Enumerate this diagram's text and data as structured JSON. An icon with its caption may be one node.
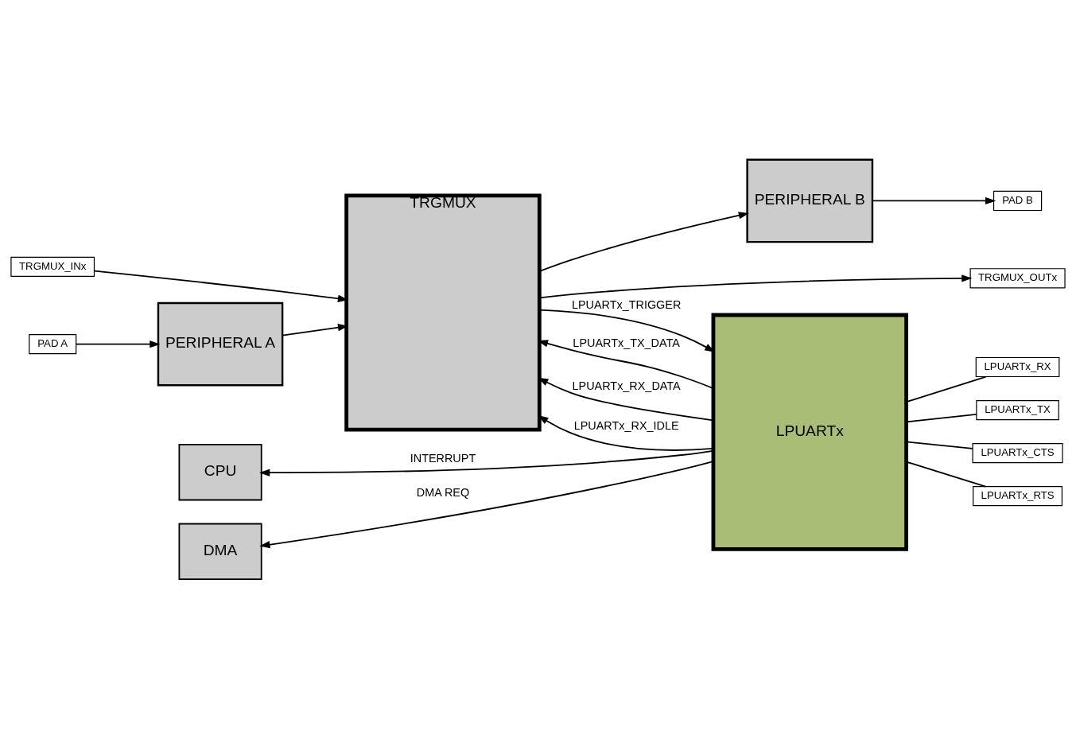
{
  "diagram": {
    "nodes": [
      {
        "text": [
          "PAD A"
        ]
      },
      {
        "text": [
          "TRGMUX_INx"
        ]
      },
      {
        "text": [
          "PERIPHERAL A"
        ]
      },
      {
        "text": [
          "TRGMUX"
        ]
      },
      {
        "text": [
          "PERIPHERAL B"
        ]
      },
      {
        "text": [
          "PAD B"
        ]
      },
      {
        "text": [
          "TRGMUX_OUTx"
        ]
      },
      {
        "text": [
          "LPUARTx"
        ]
      },
      {
        "text": [
          "CPU"
        ]
      },
      {
        "text": [
          "DMA"
        ]
      },
      {
        "text": [
          "LPUARTx_RX"
        ]
      },
      {
        "text": [
          "LPUARTx_TX"
        ]
      },
      {
        "text": [
          "LPUARTx_CTS"
        ]
      },
      {
        "text": [
          "LPUARTx_RTS"
        ]
      }
    ],
    "edges": [
      {
        "from": 0,
        "to": 2,
        "arrow": "to"
      },
      {
        "from": 2,
        "to": 3,
        "arrow": "to"
      },
      {
        "from": 1,
        "to": 3,
        "arrow": "to"
      },
      {
        "from": 3,
        "to": 4,
        "arrow": "to"
      },
      {
        "from": 4,
        "to": 5,
        "arrow": "to"
      },
      {
        "from": 3,
        "to": 6,
        "arrow": "to"
      },
      {
        "from": 7,
        "to": 3,
        "arrow": "to",
        "label": "LPUARTx_TX_DATA"
      },
      {
        "from": 7,
        "to": 3,
        "arrow": "to",
        "label": "LPUARTx_RX_DATA"
      },
      {
        "from": 7,
        "to": 3,
        "arrow": "to",
        "label": "LPUARTx_RX_IDLE"
      },
      {
        "from": 3,
        "to": 7,
        "arrow": "to",
        "label": "LPUARTx_TRIGGER"
      },
      {
        "from": 7,
        "to": 8,
        "arrow": "to",
        "label": "INTERRUPT"
      },
      {
        "from": 7,
        "to": 9,
        "arrow": "to",
        "label": "DMA REQ"
      },
      {
        "from": 7,
        "to": 10,
        "arrow": "none"
      },
      {
        "from": 7,
        "to": 11,
        "arrow": "none"
      },
      {
        "from": 7,
        "to": 12,
        "arrow": "none"
      },
      {
        "from": 7,
        "to": 13,
        "arrow": "none"
      }
    ]
  }
}
